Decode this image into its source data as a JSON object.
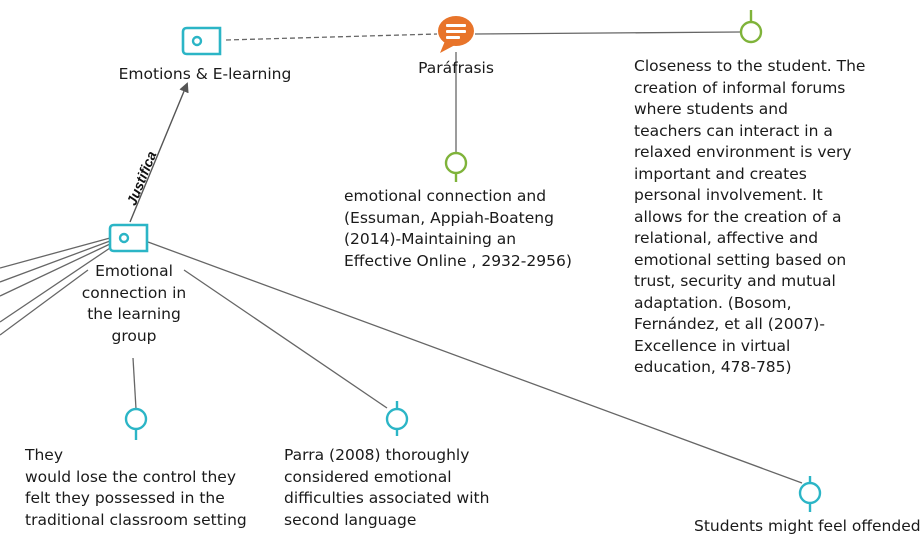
{
  "colors": {
    "concept": "#2bb5c6",
    "quote": "#7fb33a",
    "memo": "#e8742a",
    "link": "#555555"
  },
  "nodes": {
    "emotions_elearning": {
      "label": "Emotions & E-learning",
      "icon": "concept-tag-icon"
    },
    "parafrasis": {
      "label": "Paráfrasis",
      "icon": "speech-bubble-icon"
    },
    "closeness": {
      "label": "Closeness to the student. The\ncreation of informal forums\nwhere students and\nteachers can interact in a\nrelaxed environment is very\nimportant and creates\npersonal involvement. It\nallows for the creation of a\nrelational, affective and\nemotional setting based on\ntrust, security and mutual\nadaptation.   (Bosom,\nFernández, et all (2007)-\nExcellence in virtual\neducation, 478-785)",
      "icon": "quote-pin-icon"
    },
    "essuman": {
      "label": "emotional connection and\n(Essuman, Appiah-Boateng\n(2014)-Maintaining an\nEffective Online , 2932-2956)",
      "icon": "quote-pin-icon"
    },
    "emotional_connection": {
      "label": "Emotional\nconnection in\nthe learning\ngroup",
      "icon": "concept-tag-icon"
    },
    "lose_control": {
      "label": "They\nwould lose the control they\nfelt they possessed in the\ntraditional classroom setting",
      "icon": "quote-pin-icon"
    },
    "parra": {
      "label": "Parra (2008) thoroughly\nconsidered emotional\ndifficulties associated with\nsecond language",
      "icon": "quote-pin-icon"
    },
    "offended": {
      "label": "Students might feel offended",
      "icon": "quote-pin-icon"
    }
  },
  "links": {
    "justifica": {
      "label": "Justifica"
    }
  }
}
